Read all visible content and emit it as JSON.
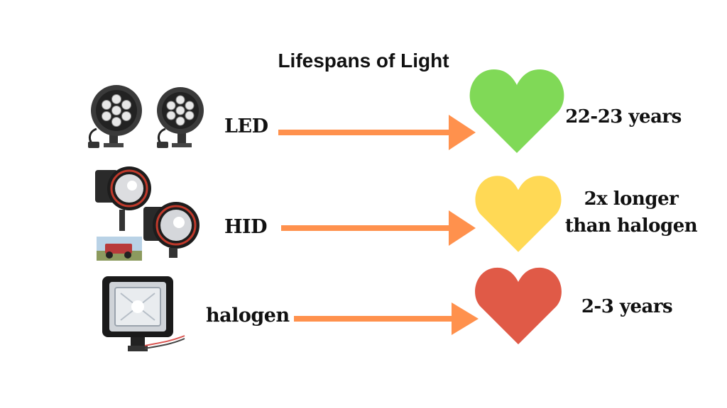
{
  "title": "Lifespans of Light",
  "rows": [
    {
      "label": "LED",
      "result": "22-23 years",
      "heart_color": "#80d957",
      "lamp_icon": "led-light-pair-icon"
    },
    {
      "label": "HID",
      "result_lines": [
        "2x longer",
        "than halogen"
      ],
      "heart_color": "#ffd955",
      "lamp_icon": "hid-light-pair-icon"
    },
    {
      "label": "halogen",
      "result": "2-3 years",
      "heart_color": "#e05a47",
      "lamp_icon": "halogen-light-icon"
    }
  ],
  "arrow_color": "#ff914d"
}
